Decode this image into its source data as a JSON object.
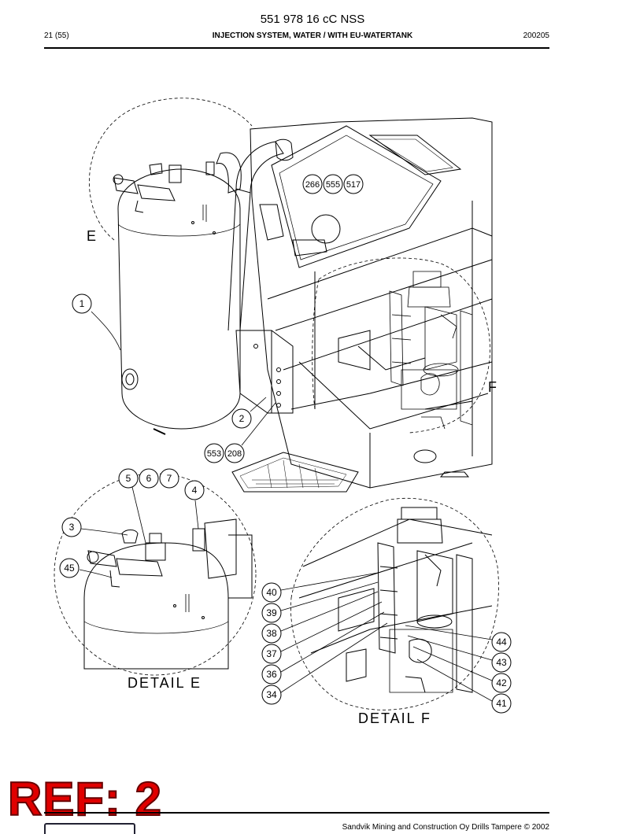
{
  "header": {
    "doc_number": "551 978 16 cC NSS",
    "page": "21 (55)",
    "section": "INJECTION SYSTEM, WATER / WITH EU-WATERTANK",
    "date": "200205"
  },
  "drawing": {
    "view_letters": {
      "e": "E",
      "f": "F"
    },
    "detail_e_label": "DETAIL E",
    "detail_f_label": "DETAIL F",
    "callouts": {
      "c1": "1",
      "c2": "2",
      "c3": "3",
      "c4": "4",
      "c5": "5",
      "c6": "6",
      "c7": "7",
      "c266": "266",
      "c555": "555",
      "c517": "517",
      "c553": "553",
      "c208": "208",
      "c45": "45",
      "c40": "40",
      "c39": "39",
      "c38": "38",
      "c37": "37",
      "c36": "36",
      "c34": "34",
      "c44": "44",
      "c43": "43",
      "c42": "42",
      "c41": "41"
    }
  },
  "stamp": {
    "text": "REF: 2",
    "color": "#e00000"
  },
  "footer": {
    "copyright": "Sandvik Mining and Construction Oy Drills Tampere © 2002"
  }
}
